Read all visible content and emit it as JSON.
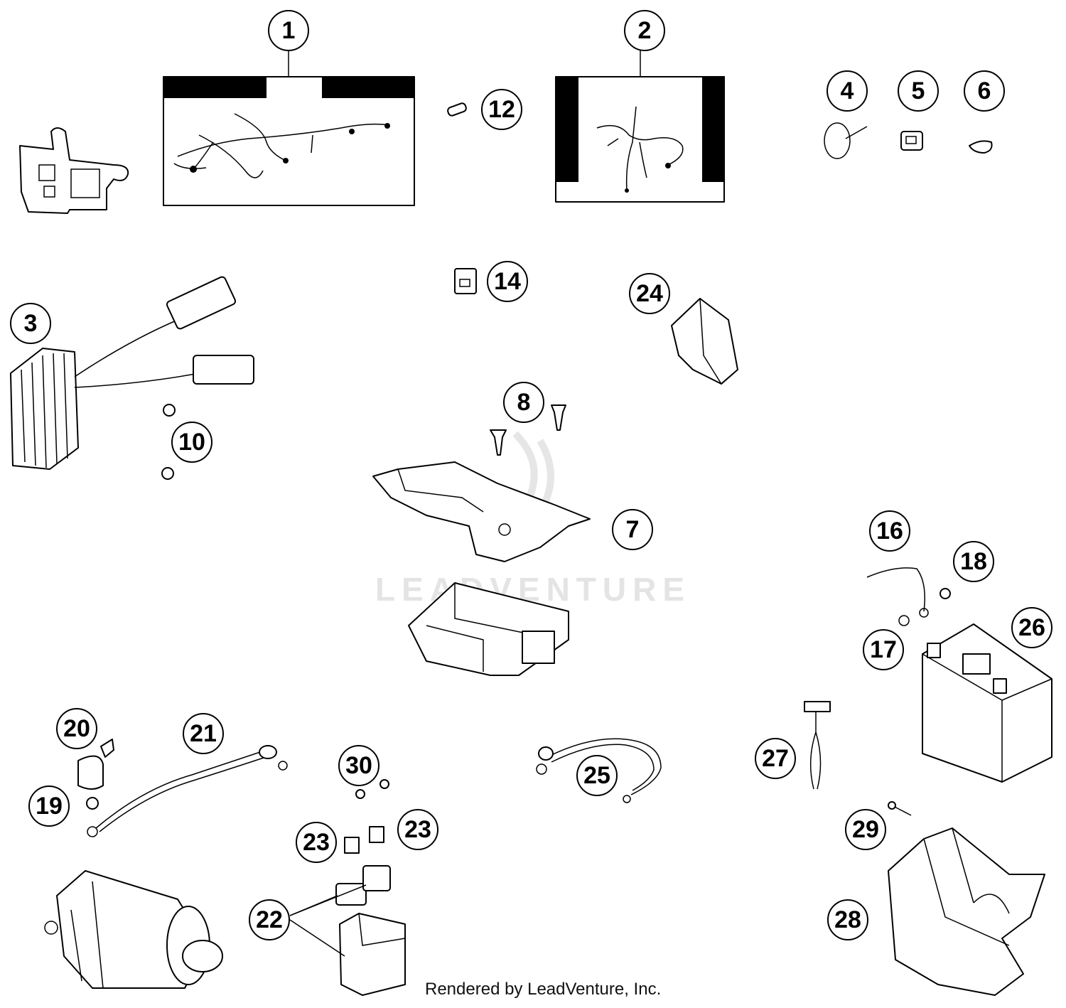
{
  "watermark": "LEADVENTURE",
  "footer": "Rendered by LeadVenture, Inc.",
  "callouts": [
    "1",
    "2",
    "3",
    "4",
    "5",
    "6",
    "7",
    "8",
    "10",
    "12",
    "14",
    "16",
    "17",
    "18",
    "19",
    "20",
    "21",
    "22",
    "23",
    "23",
    "24",
    "25",
    "26",
    "27",
    "28",
    "29",
    "30"
  ]
}
